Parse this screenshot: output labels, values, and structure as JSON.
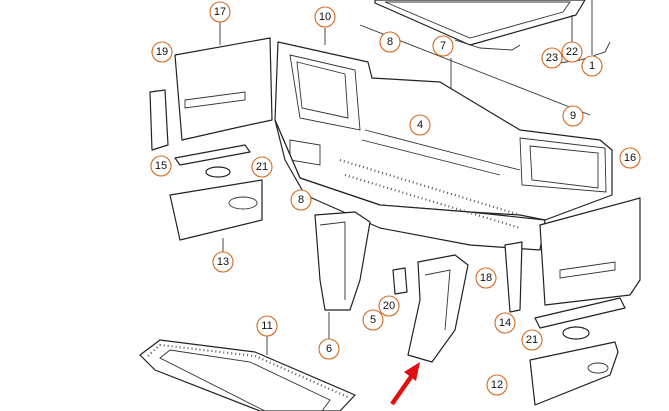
{
  "diagram": {
    "title": "Dashboard / front panel assembly exploded parts view",
    "callouts": [
      "17",
      "10",
      "8",
      "7",
      "23",
      "22",
      "1",
      "19",
      "9",
      "4",
      "16",
      "15",
      "21",
      "8",
      "13",
      "18",
      "20",
      "5",
      "14",
      "21",
      "11",
      "6",
      "12"
    ],
    "accent_color": "#d2691e",
    "arrow_color": "#e01010"
  }
}
